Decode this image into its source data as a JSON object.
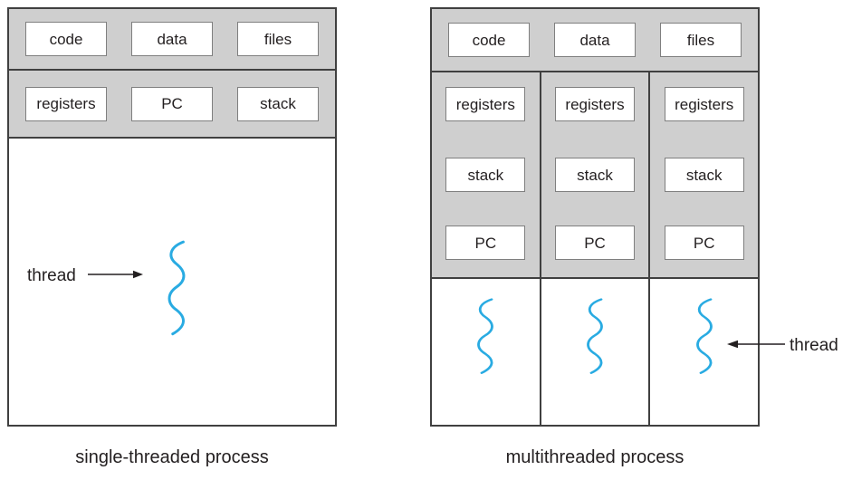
{
  "colors": {
    "section_fill": "#cfcfcf",
    "frame_border": "#404040",
    "box_border": "#7f7f7f",
    "thread_blue": "#29abe2",
    "text": "#231f20"
  },
  "left_diagram": {
    "caption": "single-threaded process",
    "thread_label": "thread",
    "shared_sections": [
      "code",
      "data",
      "files"
    ],
    "thread_sections": [
      "registers",
      "PC",
      "stack"
    ]
  },
  "right_diagram": {
    "caption": "multithreaded process",
    "thread_label": "thread",
    "shared_sections": [
      "code",
      "data",
      "files"
    ],
    "per_thread_sections": [
      "registers",
      "stack",
      "PC"
    ]
  }
}
